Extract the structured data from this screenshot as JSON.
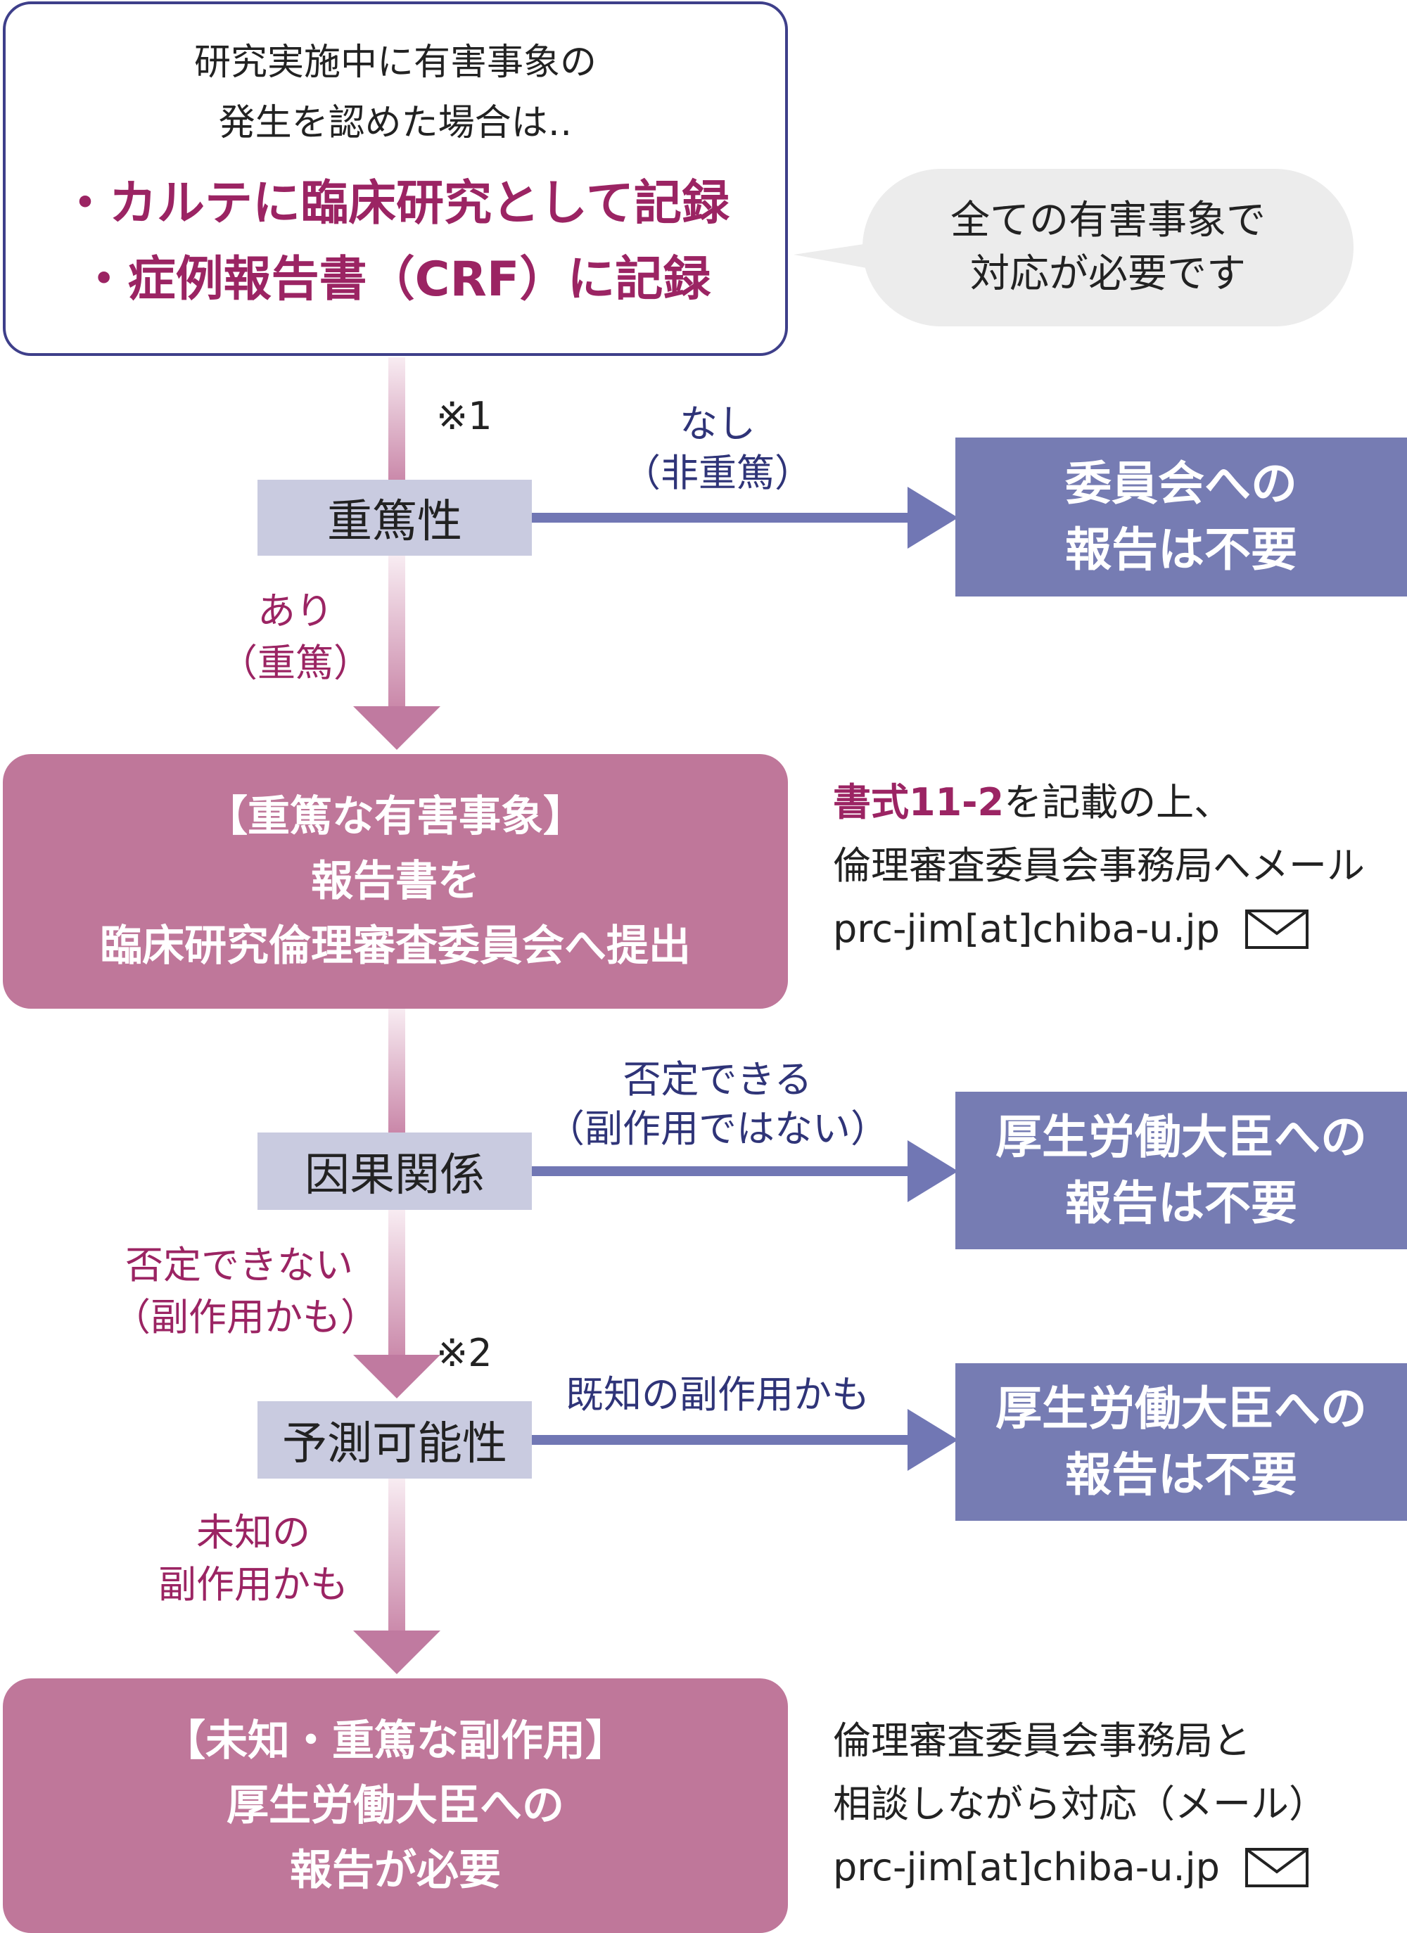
{
  "top_box": {
    "intro_line1": "研究実施中に有害事象の",
    "intro_line2": "発生を認めた場合は‥",
    "bullet1": "・カルテに臨床研究として記録",
    "bullet2": "・症例報告書（CRF）に記録"
  },
  "bubble": {
    "line1": "全ての有害事象で",
    "line2": "対応が必要です"
  },
  "notes": {
    "n1": "※1",
    "n2": "※2"
  },
  "decisions": {
    "seriousness": "重篤性",
    "causality": "因果関係",
    "predictability": "予測可能性"
  },
  "branches": {
    "not_serious_line1": "なし",
    "not_serious_line2": "（非重篤）",
    "serious_line1": "あり",
    "serious_line2": "（重篤）",
    "deniable_line1": "否定できる",
    "deniable_line2": "（副作用ではない）",
    "not_deniable_line1": "否定できない",
    "not_deniable_line2": "（副作用かも）",
    "known": "既知の副作用かも",
    "unknown_line1": "未知の",
    "unknown_line2": "副作用かも"
  },
  "outcomes": {
    "committee_line1": "委員会への",
    "committee_line2": "報告は不要",
    "minister1_line1": "厚生労働大臣への",
    "minister1_line2": "報告は不要",
    "minister2_line1": "厚生労働大臣への",
    "minister2_line2": "報告は不要"
  },
  "pink_box1": {
    "line1": "【重篤な有害事象】",
    "line2": "報告書を",
    "line3": "臨床研究倫理審査委員会へ提出"
  },
  "pink_box2": {
    "line1": "【未知・重篤な副作用】",
    "line2": "厚生労働大臣への",
    "line3": "報告が必要"
  },
  "side1": {
    "form": "書式11-2",
    "line1_rest": "を記載の上、",
    "line2": "倫理審査委員会事務局へメール",
    "email": "prc-jim[at]chiba-u.jp"
  },
  "side2": {
    "line1": "倫理審査委員会事務局と",
    "line2": "相談しながら対応（メール）",
    "email": "prc-jim[at]chiba-u.jp"
  },
  "colors": {
    "navy": "#3e3f8a",
    "magenta": "#9b2463",
    "pink_box": "#bf779a",
    "outcome_box": "#767cb3",
    "decision_box": "#c9cbe0"
  }
}
